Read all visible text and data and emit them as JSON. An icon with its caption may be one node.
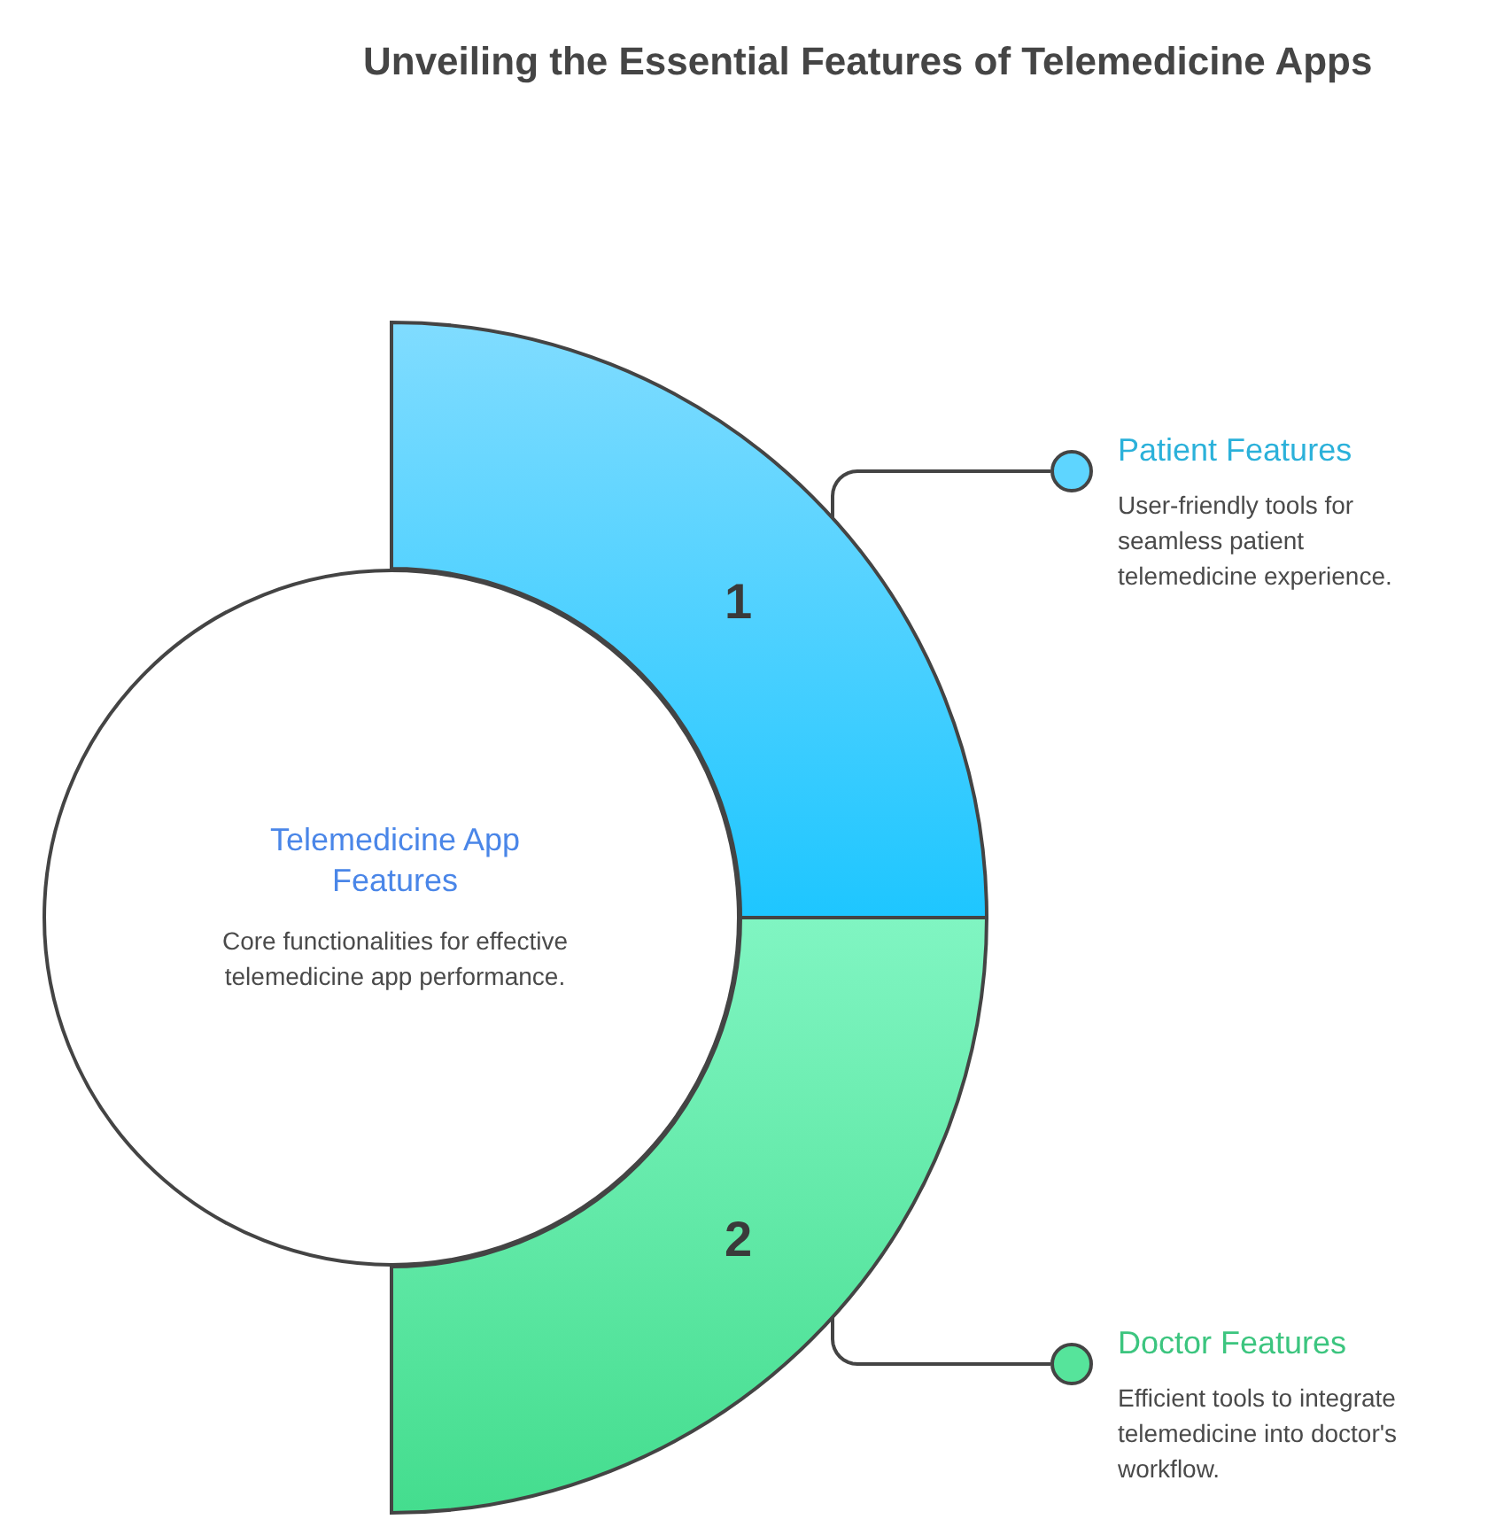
{
  "diagram": {
    "title": "Unveiling the Essential Features of Telemedicine Apps",
    "nodes": [
      {
        "text": [
          "Telemedicine App Features",
          "Core functionalities for effective telemedicine app performance."
        ]
      },
      {
        "text": [
          "1"
        ]
      },
      {
        "text": [
          "2"
        ]
      },
      {
        "text": [],
        "shape": "circle"
      },
      {
        "text": [
          "Patient Features",
          "User-friendly tools for seamless patient telemedicine experience."
        ]
      },
      {
        "text": [],
        "shape": "circle"
      },
      {
        "text": [
          "Doctor Features",
          "Efficient tools to integrate telemedicine into doctor's workflow."
        ]
      }
    ],
    "edges": [
      {
        "from": 1,
        "to": 3,
        "arrow": "none"
      },
      {
        "from": 2,
        "to": 5,
        "arrow": "none"
      }
    ]
  }
}
